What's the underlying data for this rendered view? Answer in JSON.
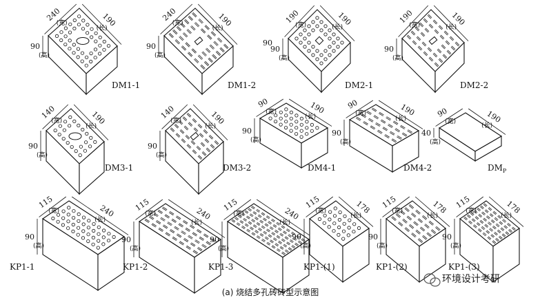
{
  "caption": "(a) 烧结多孔砖砖型示意图",
  "watermark": {
    "text": "环境设计考研",
    "icon": "wechat-icon"
  },
  "labels": {
    "length": "长",
    "width": "宽",
    "height": "高"
  },
  "stray_number": "90",
  "bricks": [
    {
      "id": "DM1-1",
      "dims": [
        "240",
        "190",
        "90"
      ],
      "holes": "round-oval"
    },
    {
      "id": "DM1-2",
      "dims": [
        "240",
        "190",
        "90"
      ],
      "holes": "slot-rect"
    },
    {
      "id": "DM2-1",
      "dims": [
        "190",
        "190",
        "90"
      ],
      "holes": "round-square"
    },
    {
      "id": "DM2-2",
      "dims": [
        "190",
        "190",
        "90"
      ],
      "holes": "slot-square"
    },
    {
      "id": "DM3-1",
      "dims": [
        "140",
        "190",
        "90"
      ],
      "holes": "round-oval"
    },
    {
      "id": "DM3-2",
      "dims": [
        "140",
        "190",
        "90"
      ],
      "holes": "slot-rect"
    },
    {
      "id": "DM4-1",
      "dims": [
        "90",
        "190",
        "90"
      ],
      "holes": "round"
    },
    {
      "id": "DM4-2",
      "dims": [
        "90",
        "190",
        "90"
      ],
      "holes": "slot"
    },
    {
      "id": "DMP",
      "id_main": "DM",
      "id_sub": "P",
      "dims": [
        "90",
        "190",
        "40"
      ],
      "holes": "none"
    },
    {
      "id": "KP1-1",
      "dims": [
        "115",
        "240",
        "90"
      ],
      "holes": "round"
    },
    {
      "id": "KP1-2",
      "dims": [
        "115",
        "240",
        "90"
      ],
      "holes": "slot"
    },
    {
      "id": "KP1-3",
      "dims": [
        "115",
        "240",
        "90"
      ],
      "holes": "slot-dense"
    },
    {
      "id": "KP1-(1)",
      "dims": [
        "115",
        "178",
        "90"
      ],
      "holes": "round"
    },
    {
      "id": "KP1-(2)",
      "dims": [
        "115",
        "178",
        "90"
      ],
      "holes": "slot"
    },
    {
      "id": "KP1-(3)",
      "dims": [
        "115",
        "178",
        "90"
      ],
      "holes": "slot-dense"
    }
  ]
}
